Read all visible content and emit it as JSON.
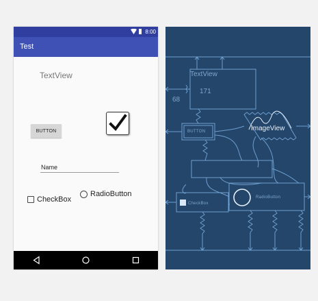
{
  "status_bar": {
    "time": "8:00"
  },
  "app_bar": {
    "title": "Test"
  },
  "design": {
    "textview": "TextView",
    "button": "BUTTON",
    "imageview_icon": "checkmark-icon",
    "edittext_hint": "Name",
    "checkbox_label": "CheckBox",
    "radiobutton_label": "RadioButton"
  },
  "navigation": {
    "back": "back-triangle-icon",
    "home": "home-circle-icon",
    "recents": "recents-square-icon"
  },
  "blueprint": {
    "textview": "TextView",
    "margin_top_value": "171",
    "margin_left_value": "68",
    "button": "BUTTON",
    "imageview": "ImageView",
    "checkbox": "CheckBox",
    "radiobutton": "RadioButton"
  },
  "colors": {
    "status_bar": "#303f9f",
    "app_bar": "#3f51b5",
    "blueprint_bg": "#23466a",
    "blueprint_line": "#6f9fd0"
  }
}
